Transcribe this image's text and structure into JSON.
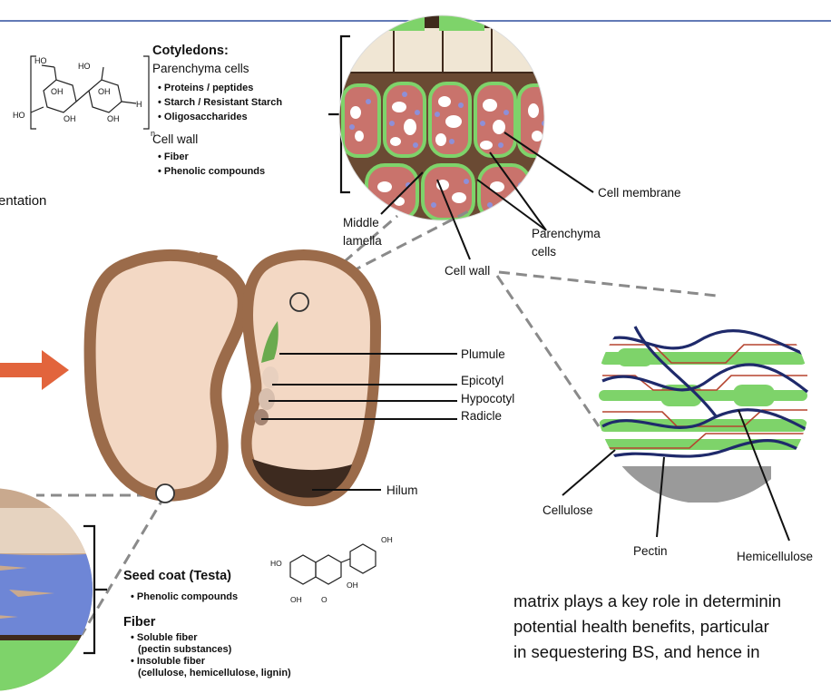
{
  "colors": {
    "rule": "#2f4f9e",
    "seed_outer": "#9b6b4a",
    "seed_inner": "#f3d8c4",
    "arrow": "#e2643c",
    "cell_green": "#7ed36a",
    "cell_pink": "#c9736c",
    "starch_blue": "#8e8fd8",
    "hemicellulose_navy": "#1f2a6b",
    "pectin_red": "#b5442f",
    "seed_coat_blue": "#6e86d6"
  },
  "left_margin_text": "entation",
  "cotyledons": {
    "title": "Cotyledons:",
    "parenchyma_heading": "Parenchyma cells",
    "parenchyma_items": [
      "• Proteins / peptides",
      "• Starch / Resistant Starch",
      "• Oligosaccharides"
    ],
    "cell_wall_heading": "Cell wall",
    "cell_wall_items": [
      "• Fiber",
      "• Phenolic compounds"
    ]
  },
  "chem_labels": {
    "ho1": "HO",
    "ho2": "HO",
    "ho3": "HO",
    "oh1": "OH",
    "oh2": "OH",
    "oh3": "OH",
    "oh4": "OH",
    "h": "H",
    "n": "n"
  },
  "flavonoid_labels": {
    "oh_top": "OH",
    "ho_left": "HO",
    "oh_right": "OH",
    "oh_bottom": "OH",
    "o_bottom": "O"
  },
  "cell_labels": {
    "middle_lamella_1": "Middle",
    "middle_lamella_2": "lamella",
    "cell_wall": "Cell wall",
    "parenchyma_1": "Parenchyma",
    "parenchyma_2": "cells",
    "cell_membrane": "Cell membrane"
  },
  "seed_labels": {
    "plumule": "Plumule",
    "epicotyl": "Epicotyl",
    "hypocotyl": "Hypocotyl",
    "radicle": "Radicle",
    "hilum": "Hilum"
  },
  "fiber_labels": {
    "cellulose": "Cellulose",
    "pectin": "Pectin",
    "hemicellulose": "Hemicellulose"
  },
  "seed_coat": {
    "title": "Seed coat (Testa)",
    "items": [
      "• Phenolic compounds"
    ],
    "fiber_title": "Fiber",
    "fiber_items": [
      "• Soluble fiber",
      "(pectin substances)",
      "• Insoluble fiber",
      "(cellulose, hemicellulose, lignin)"
    ]
  },
  "body_text": [
    "matrix plays a key role in determinin",
    "potential health benefits, particular",
    "in sequestering BS, and hence in"
  ]
}
